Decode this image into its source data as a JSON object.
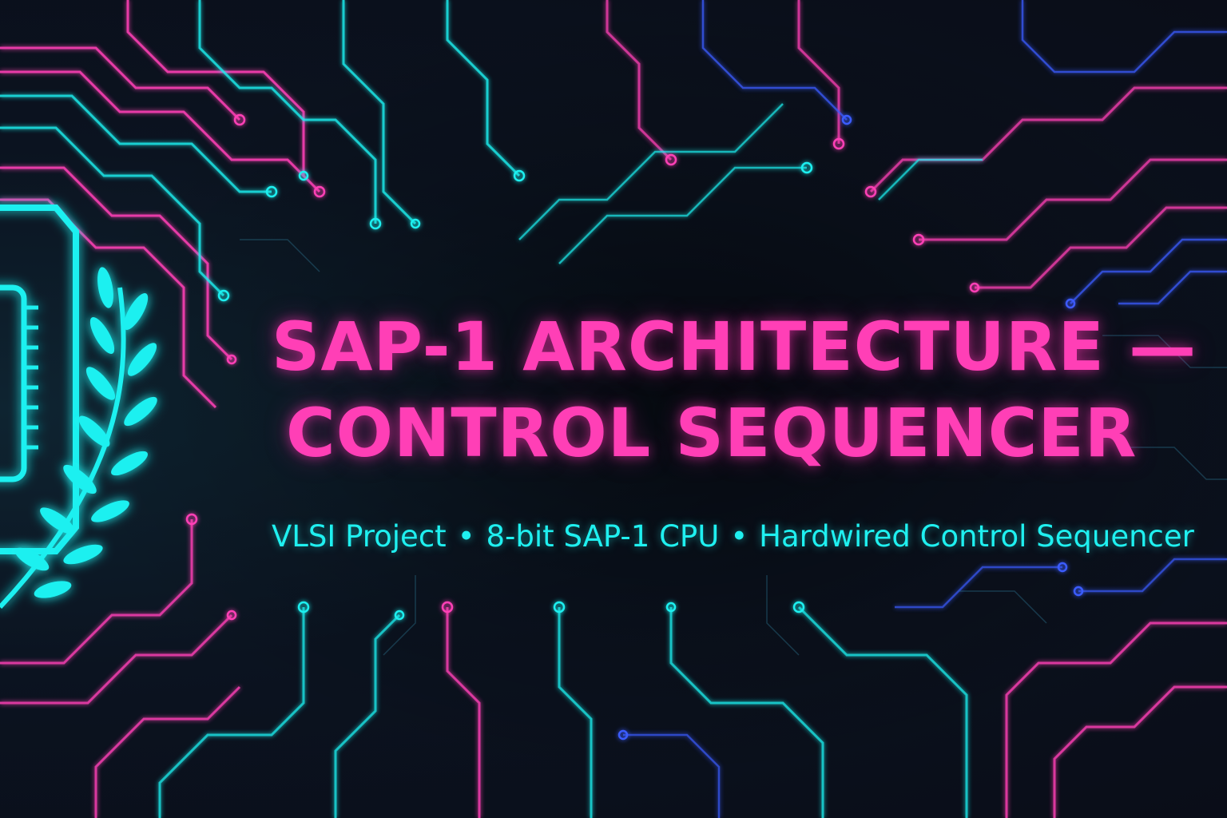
{
  "banner": {
    "title_line1": "SAP-1 ARCHITECTURE —",
    "title_line2": "CONTROL SEQUENCER",
    "subtitle": {
      "part1": "VLSI Project",
      "part2": "8-bit SAP-1 CPU",
      "part3": "Hardwired Control Sequencer",
      "separator": "•"
    }
  },
  "theme": {
    "background": "#0b0f1a",
    "magenta": "#ff3fb6",
    "cyan": "#1ff0f0",
    "blue": "#3a5cff"
  },
  "icons": [
    "circuit-traces-decoration",
    "chip-icon",
    "laurel-branch-icon"
  ]
}
